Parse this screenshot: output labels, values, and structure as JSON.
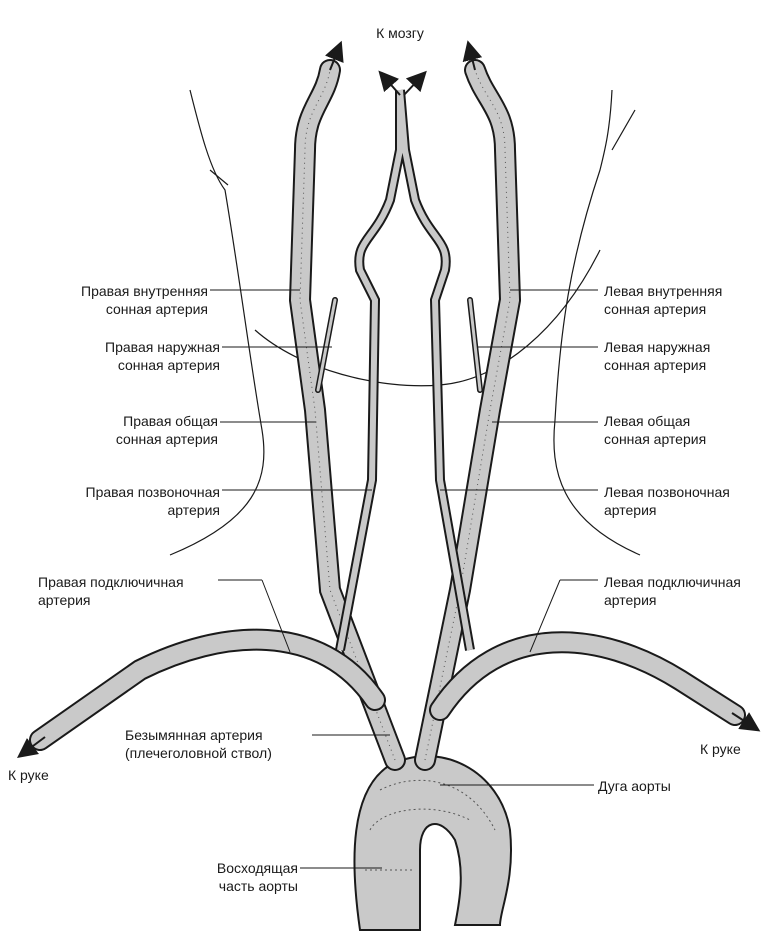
{
  "labels": {
    "to_brain": "К мозгу",
    "r_internal": "Правая внутренняя\nсонная артерия",
    "r_external": "Правая наружная\nсонная артерия",
    "r_common": "Правая общая\nсонная артерия",
    "r_vertebral": "Правая позвоночная\nартерия",
    "r_subclavian": "Правая подключичная\nартерия",
    "innominate": "Безымянная артерия\n(плечеголовной ствол)",
    "to_arm_right": "К руке",
    "ascending": "Восходящая\nчасть аорты",
    "l_internal": "Левая внутренняя\nсонная артерия",
    "l_external": "Левая наружная\nсонная артерия",
    "l_common": "Левая общая\nсонная артерия",
    "l_vertebral": "Левая позвоночная\nартерия",
    "l_subclavian": "Левая подключичная\nартерия",
    "to_arm_left": "К руке",
    "arch": "Дуга аорты"
  },
  "colors": {
    "vessel_fill": "#c9c9c9",
    "vessel_stroke": "#1a1a1a",
    "hatch": "#555555"
  }
}
